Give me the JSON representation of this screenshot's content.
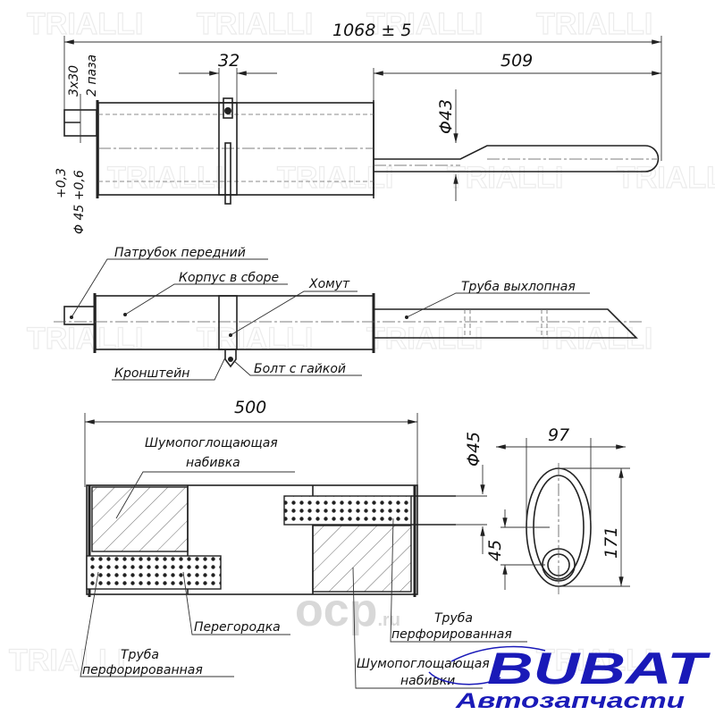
{
  "dimensions": {
    "overall_length": "1068",
    "overall_tol": "± 5",
    "clamp_width": "32",
    "tail_length": "509",
    "tail_diameter": "Φ43",
    "slots_a": "3x30",
    "slots_b": "2 паза",
    "inlet_diameter": "Φ 45 +0,6",
    "inlet_tol": "+0,3",
    "body_length": "500",
    "outlet_diameter": "Φ45",
    "end_width": "97",
    "end_height": "171",
    "end_offset": "45"
  },
  "labels": {
    "inlet_pipe": "Патрубок передний",
    "body": "Корпус в сборе",
    "clamp": "Хомут",
    "exhaust_pipe": "Труба выхлопная",
    "bracket": "Кронштейн",
    "bolt": "Болт с гайкой",
    "packing_1": "Шумопоглощающая",
    "packing_2": "набивка",
    "baffle": "Перегородка",
    "perf_left_1": "Труба",
    "perf_left_2": "перфорированная",
    "perf_right_1": "Труба",
    "perf_right_2": "перфорированная",
    "packing_b1": "Шумопоглощающая",
    "packing_b2": "набивки"
  },
  "logo": {
    "brand": "BUBAT",
    "subtitle": "Автозапчасти",
    "color": "#1a1ab8"
  },
  "watermarks": [
    "TRIALLI",
    "ocp.ru"
  ]
}
